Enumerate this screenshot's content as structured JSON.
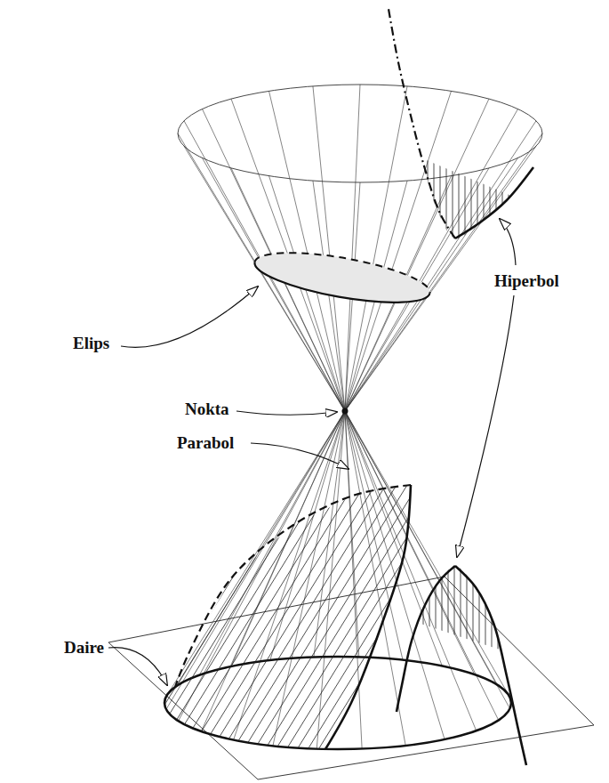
{
  "diagram": {
    "labels": [
      "Elips",
      "Nokta",
      "Parabol",
      "Hiperbol",
      "Daire"
    ]
  }
}
